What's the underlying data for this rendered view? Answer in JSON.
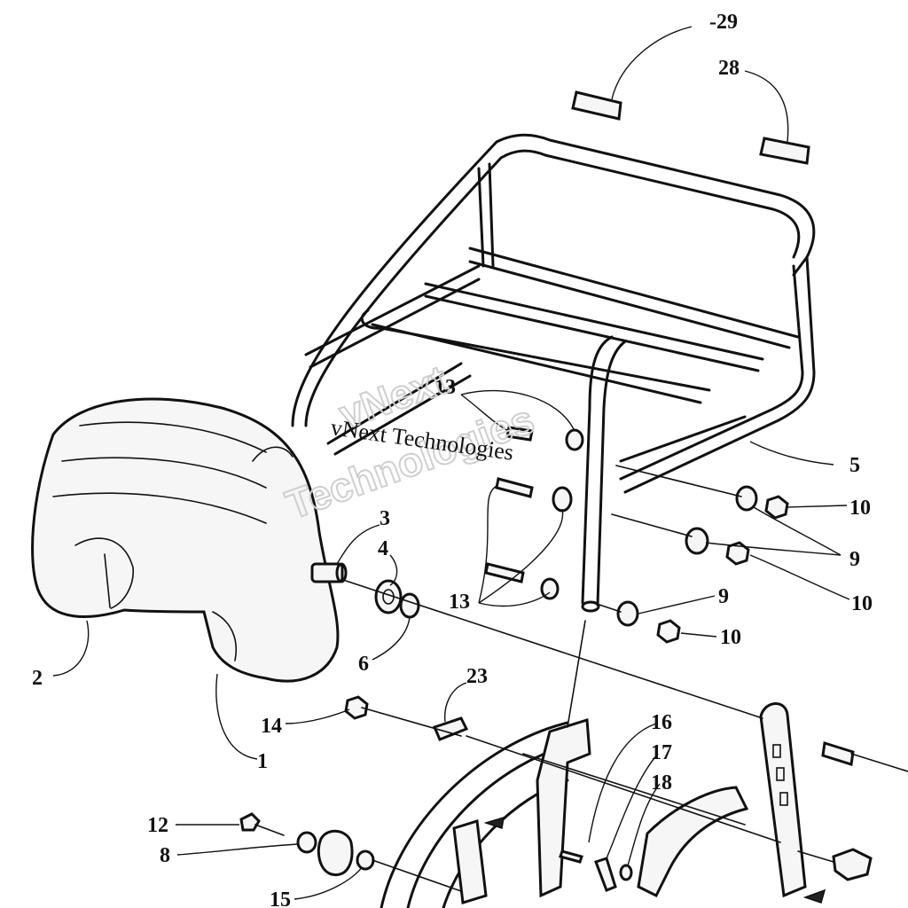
{
  "callouts": {
    "c29": "-29",
    "c28": "28",
    "c5": "5",
    "c10a": "10",
    "c9a": "9",
    "c10b": "10",
    "c9b": "9",
    "c10c": "10",
    "c13a": "13",
    "c13b": "13",
    "c3": "3",
    "c4": "4",
    "c6": "6",
    "c2": "2",
    "c1": "1",
    "c14": "14",
    "c23": "23",
    "c16": "16",
    "c17": "17",
    "c18": "18",
    "c12": "12",
    "c8": "8",
    "c15": "15"
  },
  "watermark": {
    "line1": "vNext Technologies",
    "line2_a": "vNext",
    "line2_b": "Technologies"
  }
}
